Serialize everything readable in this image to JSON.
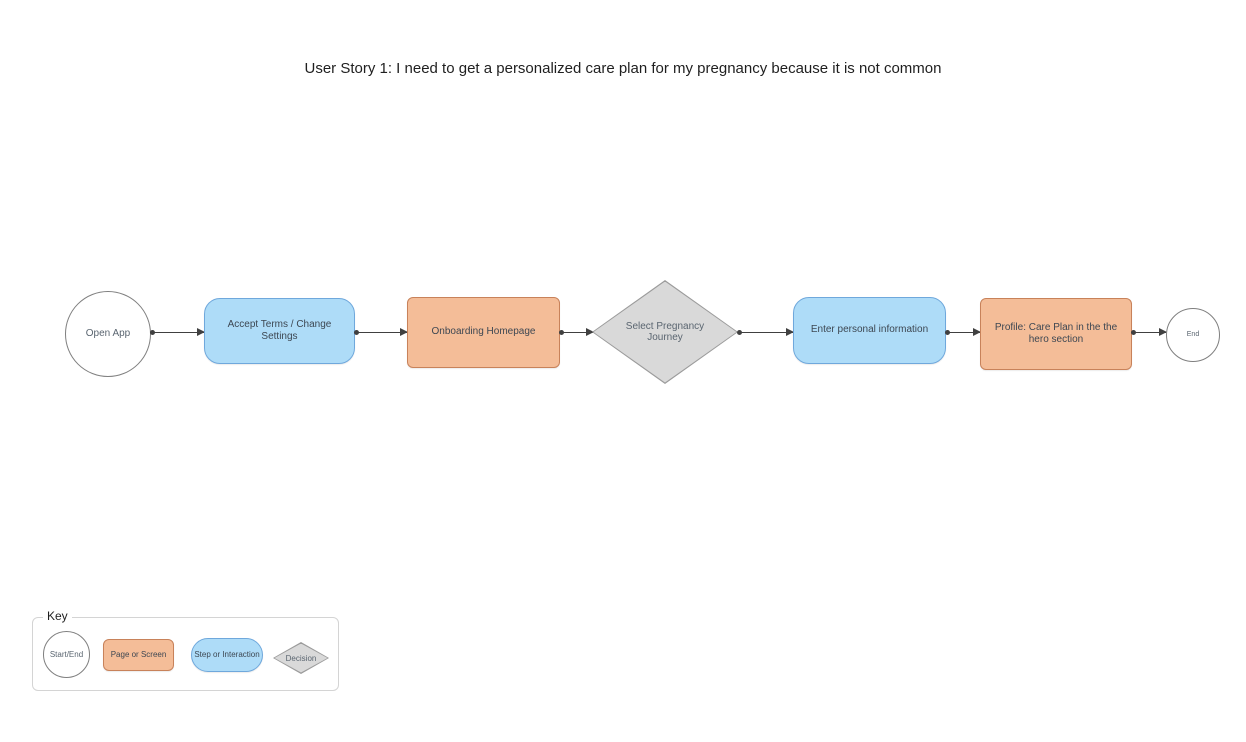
{
  "title": "User Story 1: I need to get a personalized care plan for my pregnancy because it is not common",
  "colors": {
    "blue_fill": "#AEDCF8",
    "blue_border": "#6FA8DC",
    "orange_fill": "#F4BD98",
    "orange_border": "#C8825A",
    "gray_fill": "#D9D9D9",
    "gray_border": "#9B9B9B",
    "arrow_color": "#404040"
  },
  "flow": {
    "nodes": [
      {
        "id": "start",
        "type": "circle",
        "label": "Open App"
      },
      {
        "id": "step1",
        "type": "pill",
        "label": "Accept Terms / Change Settings"
      },
      {
        "id": "page1",
        "type": "rect",
        "label": "Onboarding Homepage"
      },
      {
        "id": "decision1",
        "type": "diamond",
        "label": "Select Pregnancy Journey"
      },
      {
        "id": "step2",
        "type": "pill",
        "label": "Enter personal information"
      },
      {
        "id": "page2",
        "type": "rect",
        "label": "Profile: Care Plan in the the hero section"
      },
      {
        "id": "end",
        "type": "circle",
        "label": "End"
      }
    ]
  },
  "key": {
    "title": "Key",
    "items": [
      {
        "type": "circle",
        "label": "Start/End"
      },
      {
        "type": "rect",
        "label": "Page or Screen"
      },
      {
        "type": "pill",
        "label": "Step or Interaction"
      },
      {
        "type": "diamond",
        "label": "Decision"
      }
    ]
  }
}
